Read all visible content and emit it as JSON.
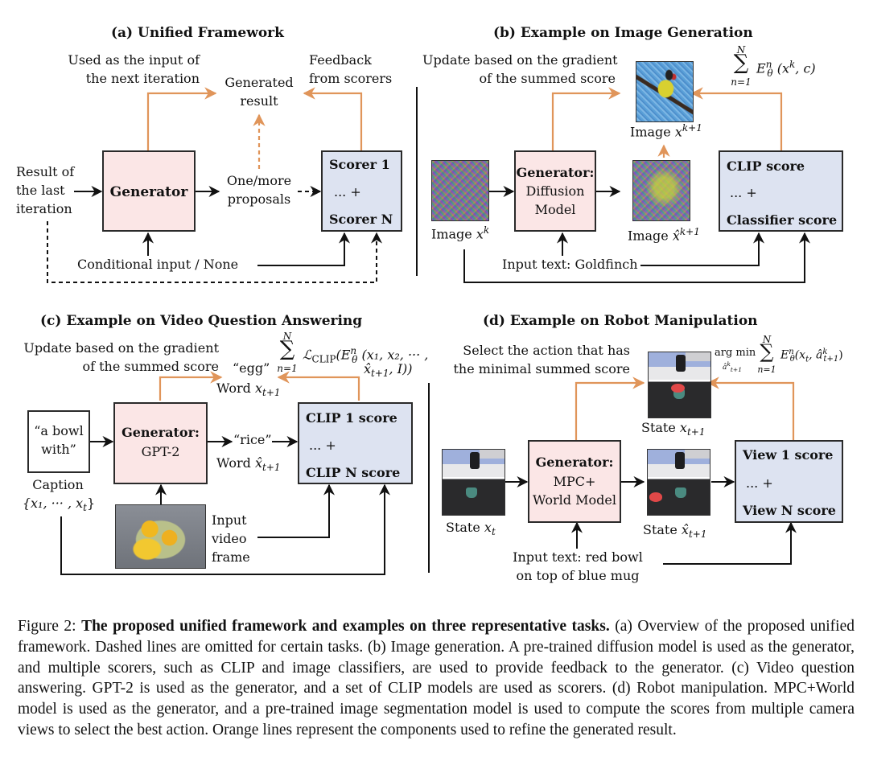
{
  "colors": {
    "generator_fill": "#fbe6e6",
    "scorer_fill": "#dde3f1",
    "orange_line": "#e0955a",
    "black_line": "#111111"
  },
  "panel_a": {
    "title": "(a) Unified Framework",
    "note_left_1": "Used as the input of",
    "note_left_2": "the next iteration",
    "note_right_1": "Feedback",
    "note_right_2": "from scorers",
    "result_1": "Generated",
    "result_2": "result",
    "input_1": "Result of",
    "input_2": "the last",
    "input_3": "iteration",
    "generator": "Generator",
    "proposals_1": "One/more",
    "proposals_2": "proposals",
    "scorer_top": "Scorer 1",
    "scorer_mid": "... +",
    "scorer_bottom": "Scorer N",
    "conditional": "Conditional input / None"
  },
  "panel_b": {
    "title": "(b) Example on Image Generation",
    "note_1": "Update based on the gradient",
    "note_2": "of the summed score",
    "formula_sum_top": "N",
    "formula_sum": "∑",
    "formula_sum_bottom": "n=1",
    "formula_body": "E",
    "formula_sup": "n",
    "formula_sub": "θ",
    "formula_args": "(x",
    "formula_args_sup": "k",
    "formula_args_end": ", c)",
    "image_top_label": "Image",
    "image_top_var": "x",
    "image_top_sup": "k+1",
    "image_in_label": "Image",
    "image_in_var": "x",
    "image_in_sup": "k",
    "image_mid_label": "Image",
    "image_mid_var": "x̂",
    "image_mid_sup": "k+1",
    "generator_title": "Generator:",
    "generator_1": "Diffusion",
    "generator_2": "Model",
    "scorer_top": "CLIP score",
    "scorer_mid": "... +",
    "scorer_bottom": "Classifier score",
    "input_text": "Input text: Goldfinch"
  },
  "panel_c": {
    "title": "(c) Example on Video Question Answering",
    "note_1": "Update based on the gradient",
    "note_2": "of the summed score",
    "formula_sum_top": "N",
    "formula_sum": "∑",
    "formula_sum_bottom": "n=1",
    "formula_line1": "ℒ",
    "formula_line1_sub": "CLIP",
    "formula_line1_rest": "(E",
    "formula_line1_sup": "n",
    "formula_line1_subtheta": "θ",
    "formula_line1_args": "(x₁, x₂, ··· ,",
    "formula_line2": "x̂",
    "formula_line2_sub": "t+1",
    "formula_line2_end": ", I))",
    "word_top": "“egg”",
    "word_top_label": "Word",
    "word_top_var": "x",
    "word_top_sub": "t+1",
    "caption_box_1": "“a bowl",
    "caption_box_2": "with”",
    "caption_label": "Caption",
    "caption_set": "{x₁, ··· , x",
    "caption_set_sub": "t",
    "caption_set_end": "}",
    "generator_title": "Generator:",
    "generator_1": "GPT-2",
    "word_mid": "“rice”",
    "word_mid_label": "Word",
    "word_mid_var": "x̂",
    "word_mid_sub": "t+1",
    "scorer_top": "CLIP 1 score",
    "scorer_mid": "... +",
    "scorer_bottom": "CLIP N score",
    "video_1": "Input",
    "video_2": "video",
    "video_3": "frame"
  },
  "panel_d": {
    "title": "(d) Example on Robot Manipulation",
    "note_1": "Select the action that has",
    "note_2": "the minimal summed score",
    "formula_argmin": "arg min",
    "formula_argmin_sub": "â",
    "formula_argmin_sub_sup": "k",
    "formula_argmin_sub_sub": "t+1",
    "formula_sum_top": "N",
    "formula_sum": "∑",
    "formula_sum_bottom": "n=1",
    "formula_body": "E",
    "formula_sup": "n",
    "formula_sub": "θ",
    "formula_args": "(x",
    "formula_args_sub": "t",
    "formula_args_mid": ", â",
    "formula_args_sup": "k",
    "formula_args_sub2": "t+1",
    "formula_args_end": ")",
    "state_top_label": "State",
    "state_top_var": "x",
    "state_top_sub": "t+1",
    "state_in_label": "State",
    "state_in_var": "x",
    "state_in_sub": "t",
    "state_mid_label": "State",
    "state_mid_var": "x̂",
    "state_mid_sub": "t+1",
    "generator_title": "Generator:",
    "generator_1": "MPC+",
    "generator_2": "World Model",
    "scorer_top": "View 1 score",
    "scorer_mid": "... +",
    "scorer_bottom": "View N score",
    "input_text_1": "Input text: red bowl",
    "input_text_2": "on top of blue mug"
  },
  "caption": {
    "figure_label": "Figure 2:",
    "bold_title": "The proposed unified framework and examples on three representative tasks.",
    "body": "(a) Overview of the proposed unified framework. Dashed lines are omitted for certain tasks. (b) Image generation. A pre-trained diffusion model is used as the generator, and multiple scorers, such as CLIP and image classifiers, are used to provide feedback to the generator. (c) Video question answering. GPT-2 is used as the generator, and a set of CLIP models are used as scorers. (d) Robot manipulation. MPC+World model is used as the generator, and a pre-trained image segmentation model is used to compute the scores from multiple camera views to select the best action. Orange lines represent the components used to refine the generated result."
  }
}
